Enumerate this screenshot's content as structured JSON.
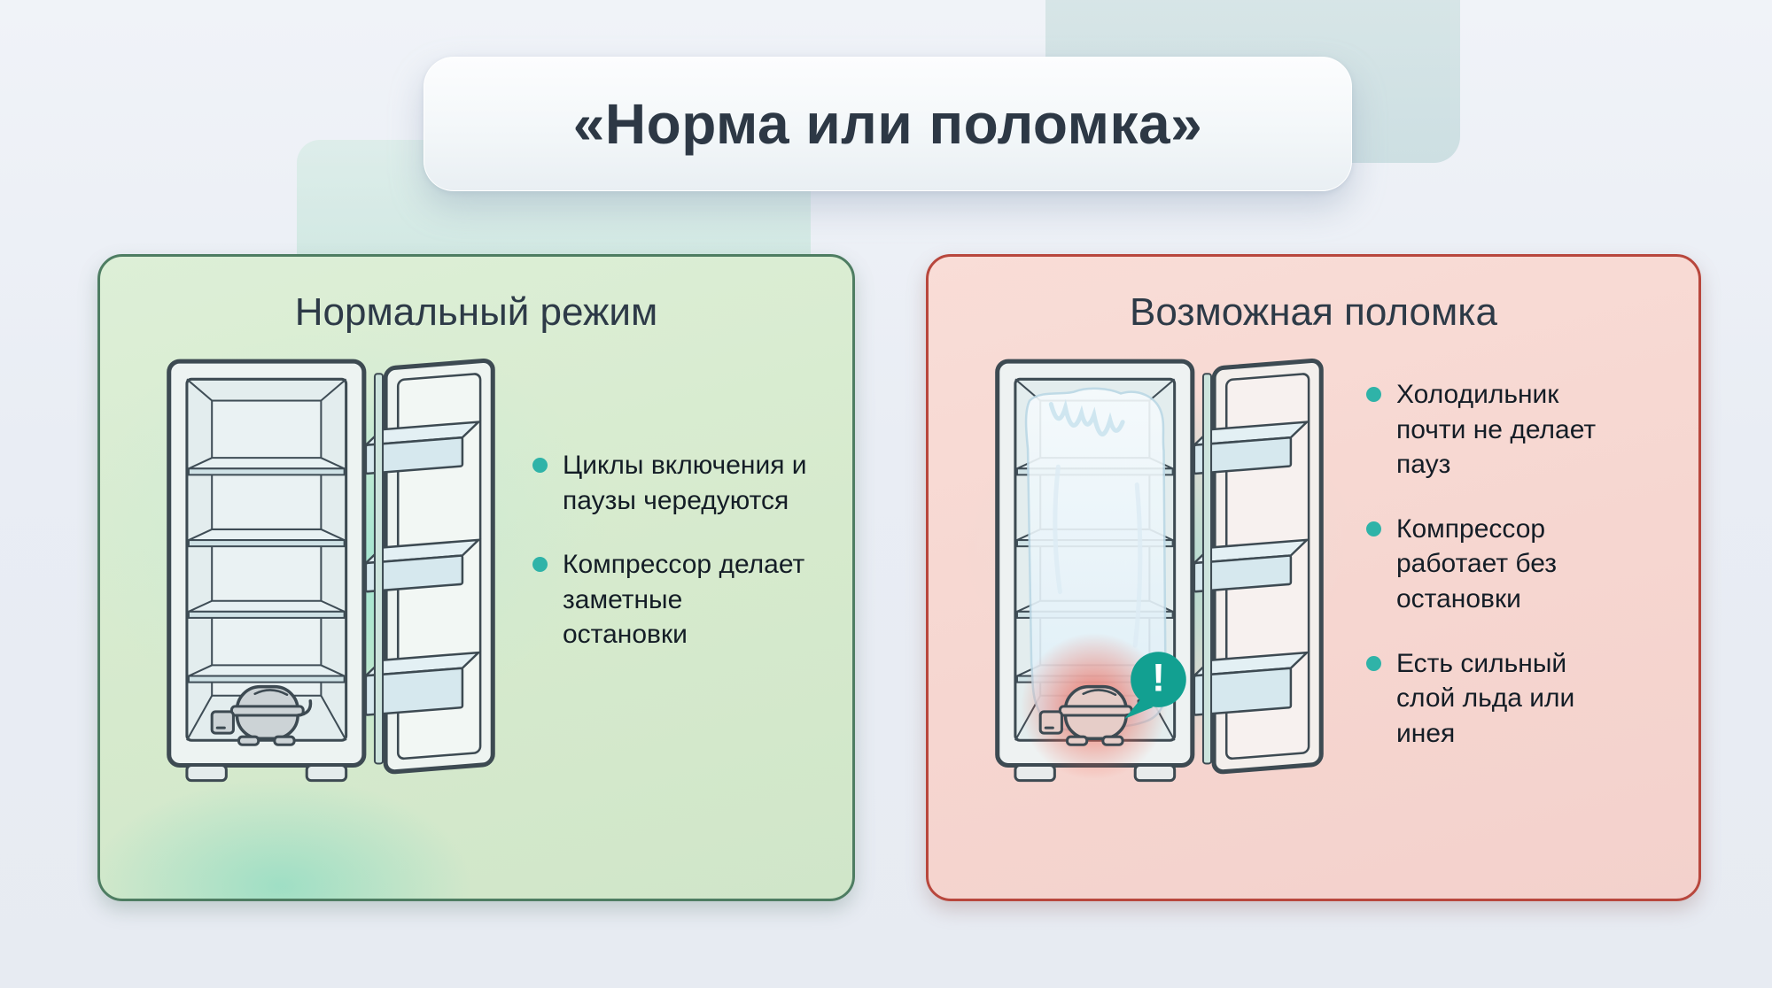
{
  "title": "«Норма или поломка»",
  "panels": {
    "normal": {
      "heading": "Нормальный режим",
      "border_color": "#4e7d62",
      "background_color": "#d6eacd",
      "illustration": "open-fridge-with-resting-compressor",
      "bullets": [
        "Циклы включения и паузы чередуются",
        "Компрессор делает заметные остановки"
      ]
    },
    "breakdown": {
      "heading": "Возможная поломка",
      "border_color": "#b8473d",
      "background_color": "#f6d6d0",
      "illustration": "frozen-fridge-with-overheating-compressor",
      "warning_badge": "!",
      "bullets": [
        "Холодильник почти не делает пауз",
        "Компрессор работает без остановки",
        "Есть сильный слой льда или инея"
      ]
    }
  },
  "colors": {
    "bullet_dot": "#2fb3a8",
    "title_text": "#2d3845",
    "heading_text": "#2d3a47",
    "body_text": "#141d26",
    "warning_badge_bg": "#12a091",
    "alert_glow": "#ef5d4a",
    "probe_blue": "#35aed6",
    "frost": "#ecf6fa"
  }
}
